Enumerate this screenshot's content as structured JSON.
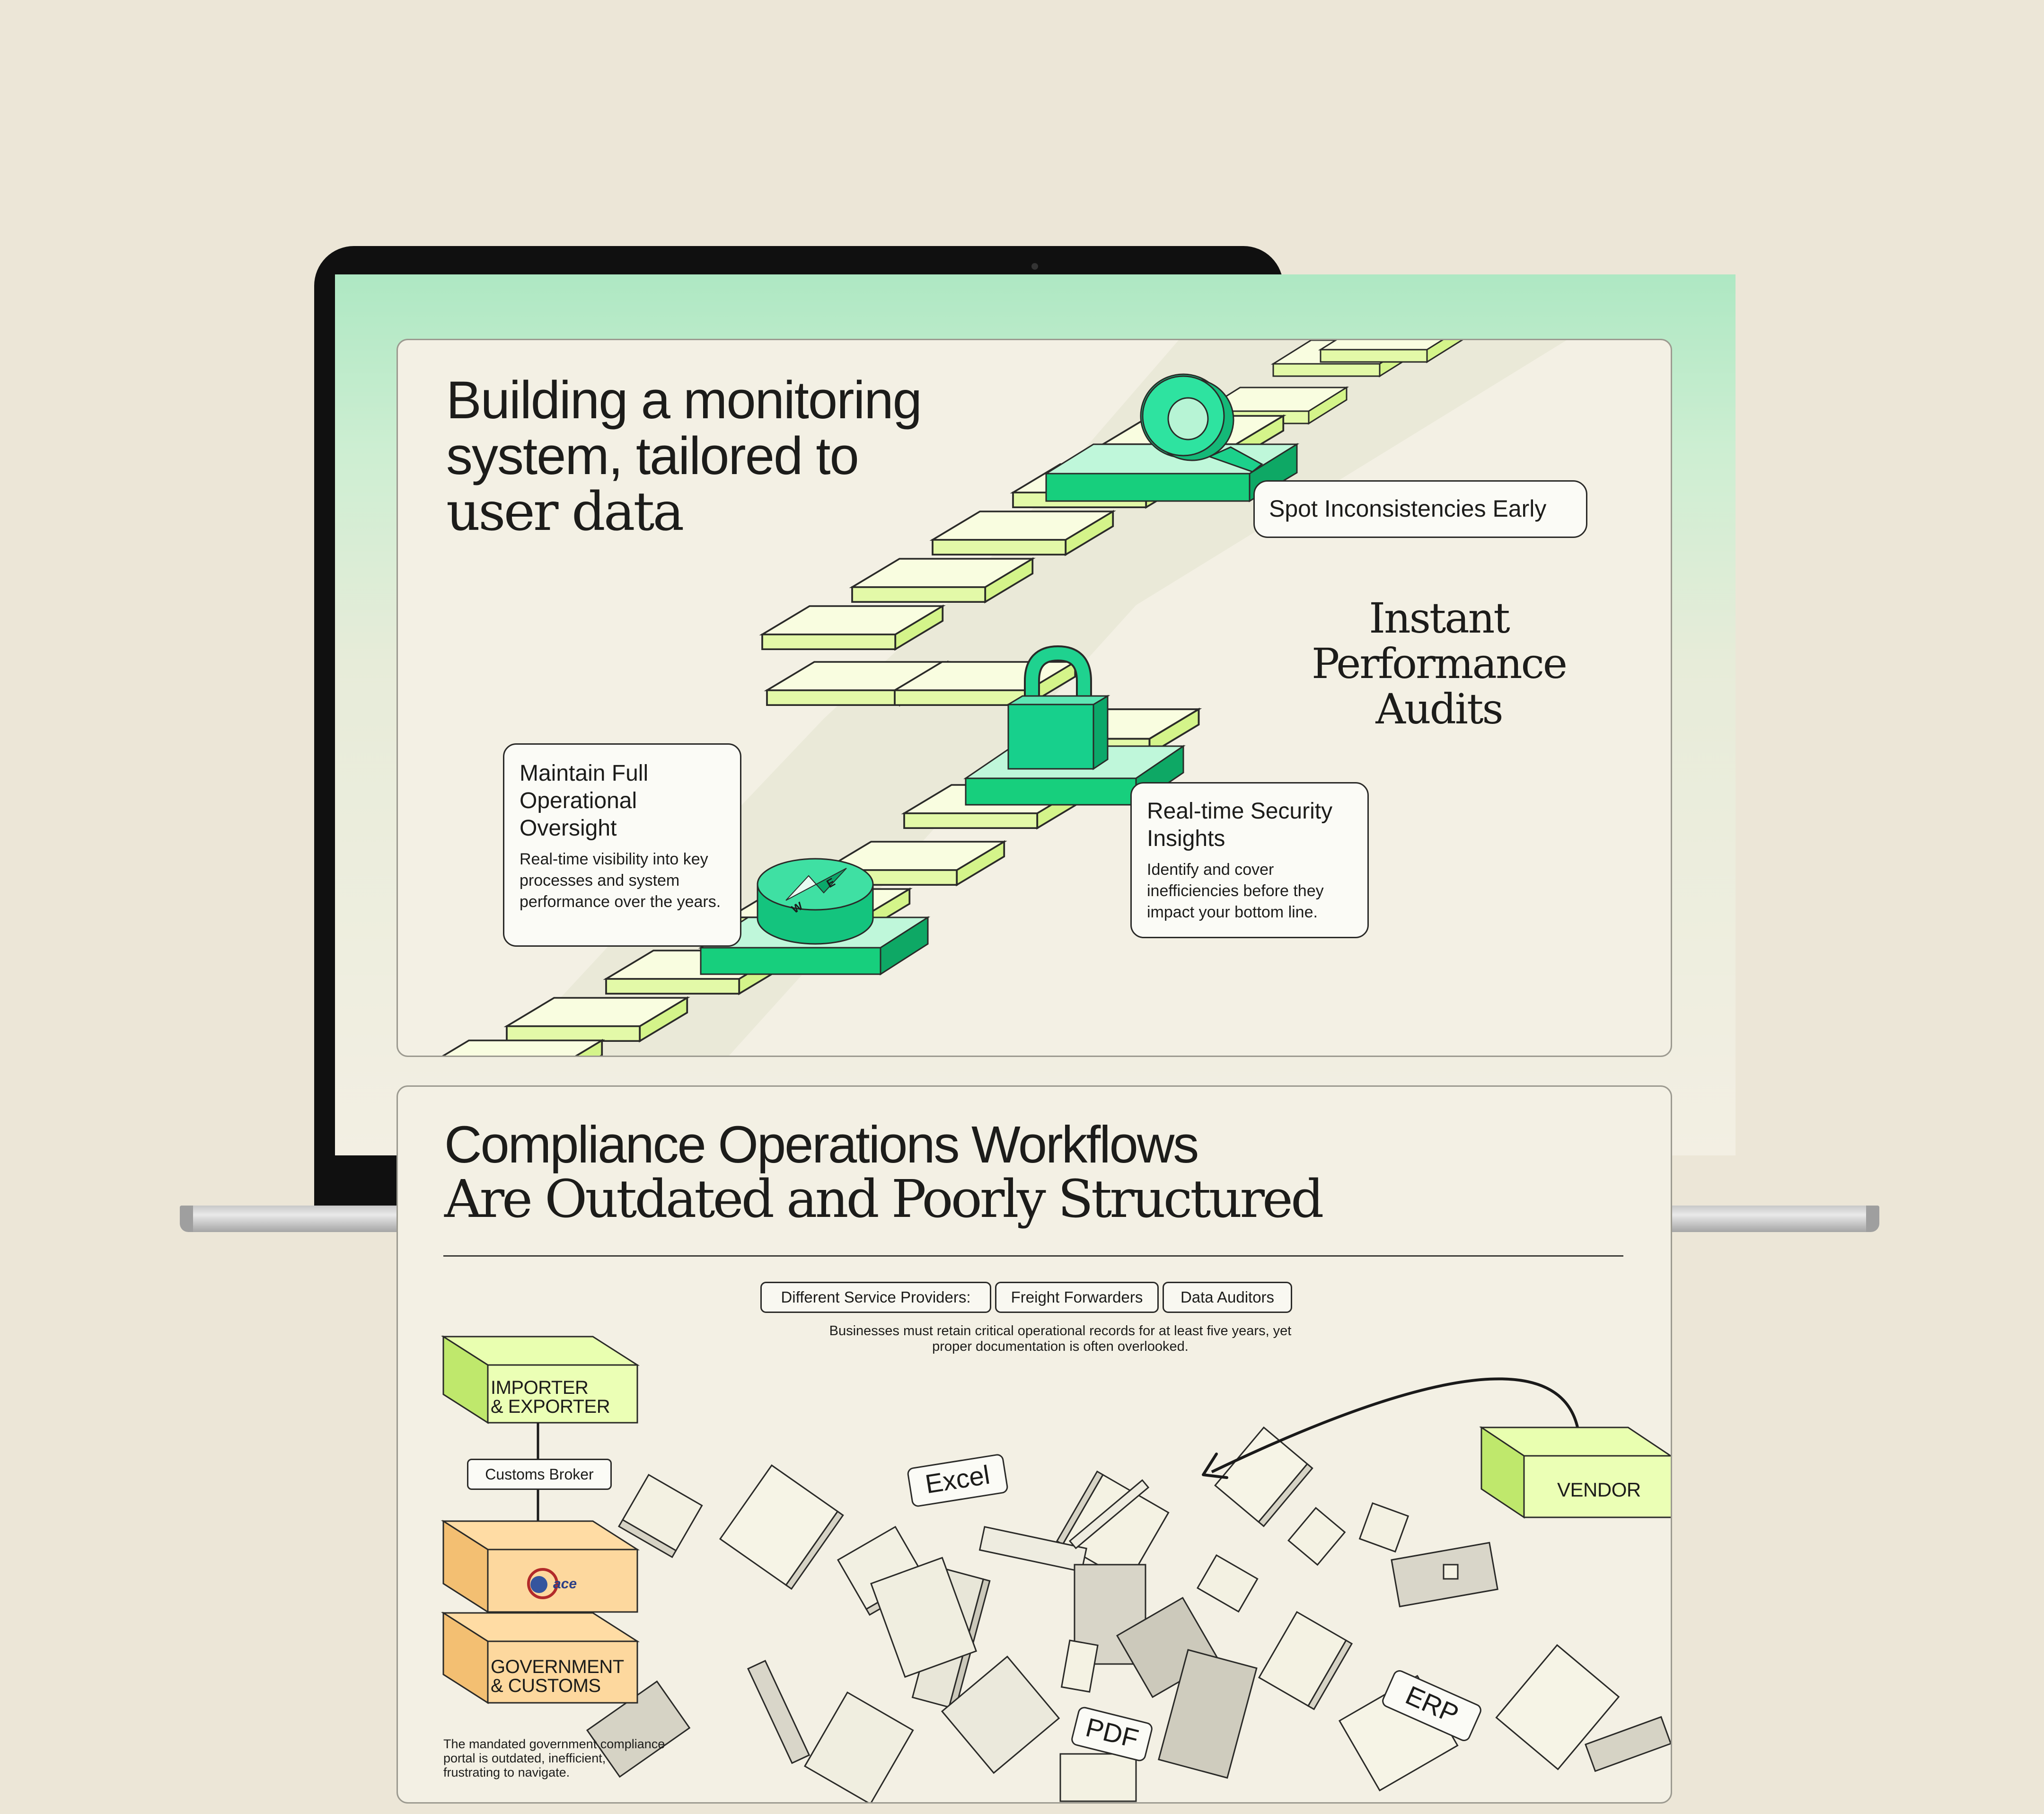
{
  "monitoring": {
    "title_line1": "Building a monitoring",
    "title_line2": "system, tailored to",
    "title_line3": "user data",
    "spot_label": "Spot Inconsistencies Early",
    "instant_line1": "Instant",
    "instant_line2": "Performance",
    "instant_line3": "Audits",
    "oversight": {
      "title": "Maintain Full Operational Oversight",
      "body": "Real-time visibility into key processes and system performance over the years."
    },
    "security": {
      "title": "Real-time Security Insights",
      "body": "Identify and cover inefficiencies before they impact your bottom line."
    },
    "compass_letters": [
      "E",
      "W"
    ],
    "icons": [
      "magnifier-icon",
      "padlock-icon",
      "compass-icon"
    ]
  },
  "compliance": {
    "title_line1": "Compliance Operations Workflows",
    "title_line2": "Are Outdated and Poorly Structured",
    "pills": [
      "Different Service Providers:",
      "Freight Forwarders",
      "Data Auditors"
    ],
    "retain_note": "Businesses must retain critical operational records for at least five years, yet proper documentation is often overlooked.",
    "importer_line1": "IMPORTER",
    "importer_line2": "& EXPORTER",
    "broker": "Customs Broker",
    "ace_logo": "ace",
    "government_line1": "GOVERNMENT",
    "government_line2": "& CUSTOMS",
    "vendor": "VENDOR",
    "doc_tags": [
      "Excel",
      "PDF",
      "ERP"
    ],
    "portal_note": "The mandated government compliance portal is outdated, inefficient, frustrating to navigate."
  },
  "colors": {
    "background": "#ece6d7",
    "card": "#f3f0e4",
    "lime": "#eaffb5",
    "green": "#19d17f",
    "mint": "#b9f7d8",
    "peach": "#fdd79a",
    "screen_top": "#aee8c3"
  }
}
